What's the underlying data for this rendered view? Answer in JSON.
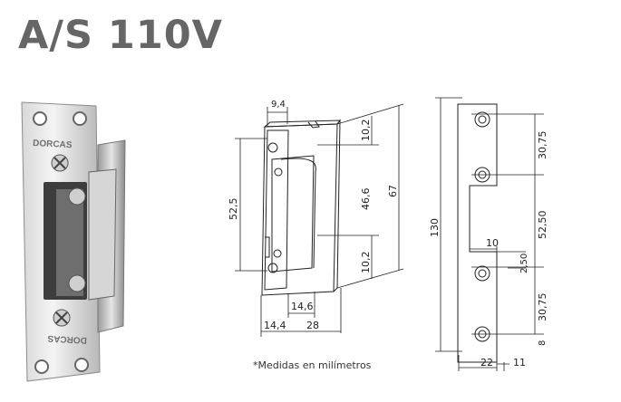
{
  "title": "A/S 110V",
  "photo": {
    "brand_top": "DORCAS",
    "brand_bottom": "DORCAS"
  },
  "iso_view": {
    "dims": {
      "top_offset": "9,4",
      "height_left": "52,5",
      "top_gap": "10,2",
      "mid": "46,6",
      "bottom_gap": "10,2",
      "total_height": "67",
      "depth_a": "14,6",
      "depth_b": "14,4",
      "depth_c": "28"
    }
  },
  "plate_view": {
    "dims": {
      "total": "130",
      "upper_holes": "30,75",
      "middle": "52,50",
      "notch_width": "10",
      "notch_height": "2,50",
      "lower_holes": "30,75",
      "edge": "8",
      "width": "22",
      "offset": "11"
    }
  },
  "note": "*Medidas en milímetros"
}
